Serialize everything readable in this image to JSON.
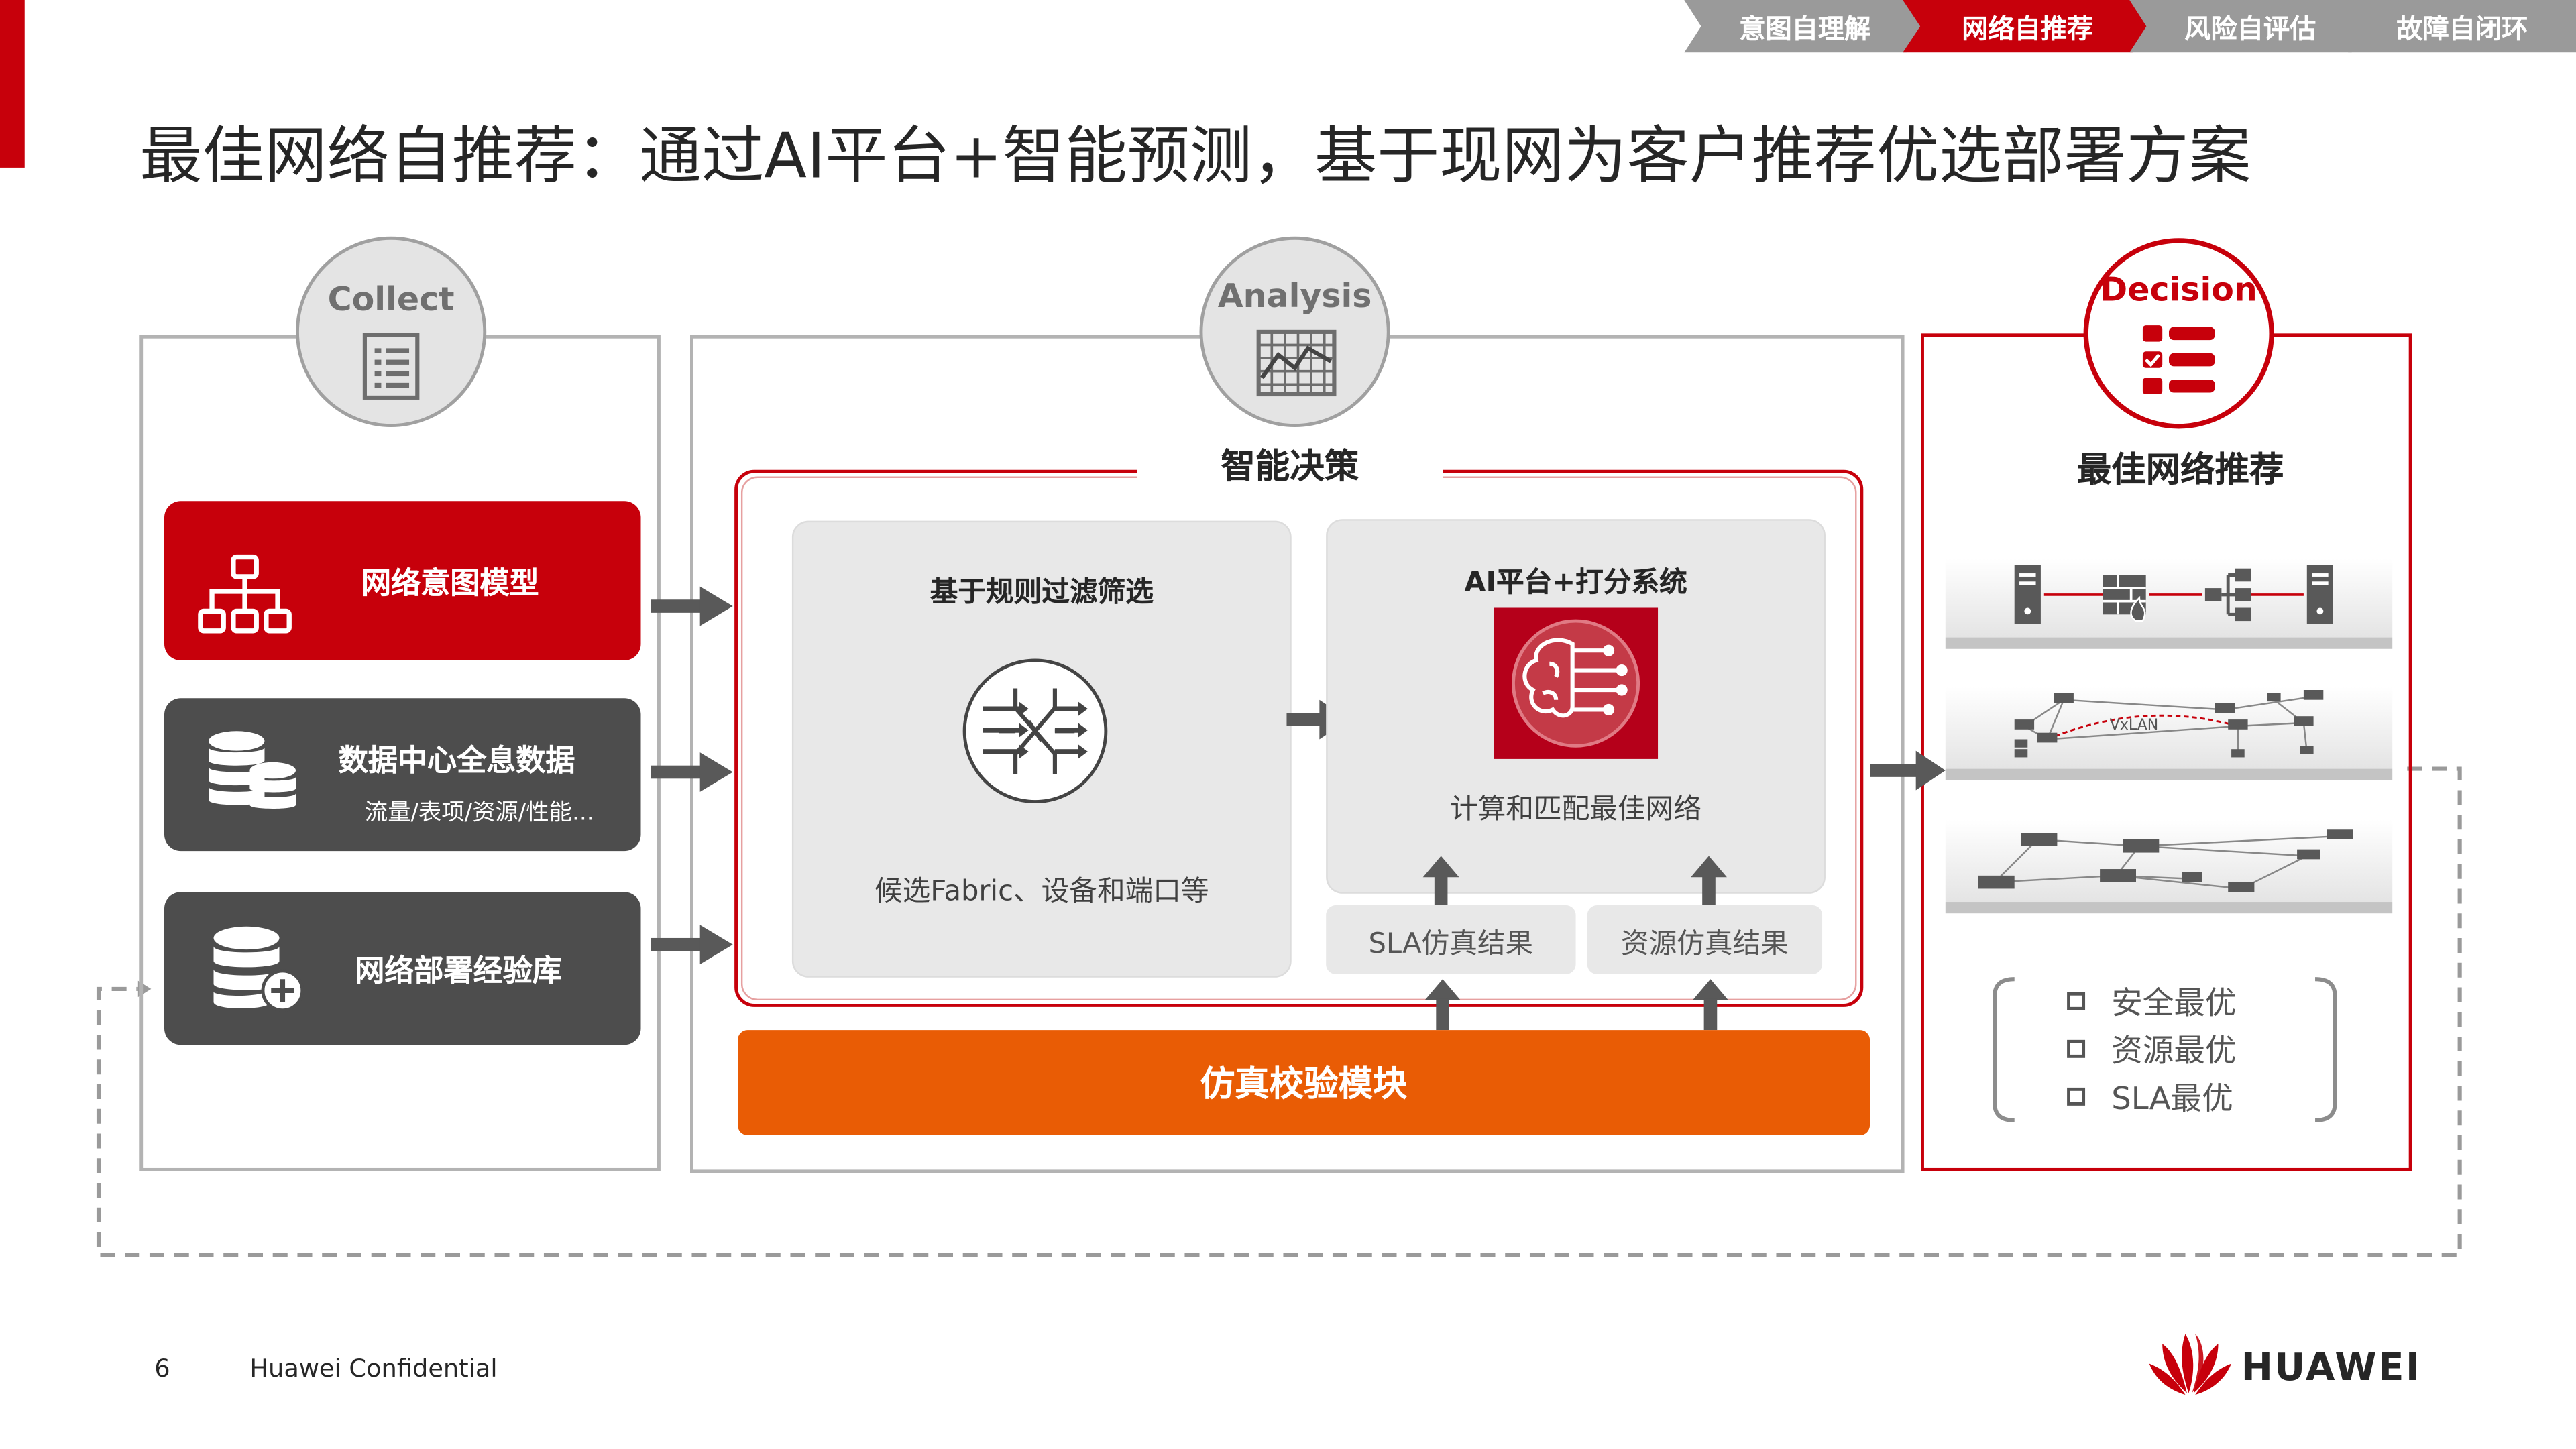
{
  "nav": {
    "steps": [
      {
        "label": "意图自理解",
        "active": false
      },
      {
        "label": "网络自推荐",
        "active": true
      },
      {
        "label": "风险自评估",
        "active": false
      },
      {
        "label": "故障自闭环",
        "active": false
      }
    ]
  },
  "title": "最佳网络自推荐：通过AI平台+智能预测，基于现网为客户推荐优选部署方案",
  "collect": {
    "label": "Collect",
    "icon": "checklist-icon",
    "inputs": [
      {
        "title": "网络意图模型",
        "subtitle": "",
        "icon": "hierarchy-icon",
        "color": "#c7000b"
      },
      {
        "title": "数据中心全息数据",
        "subtitle": "流量/表项/资源/性能...",
        "icon": "database-stack-icon",
        "color": "#4d4d4d"
      },
      {
        "title": "网络部署经验库",
        "subtitle": "",
        "icon": "database-add-icon",
        "color": "#4d4d4d"
      }
    ]
  },
  "analysis": {
    "label": "Analysis",
    "icon": "grid-chart-icon",
    "section_title": "智能决策",
    "rule_filter": {
      "title": "基于规则过滤筛选",
      "caption": "候选Fabric、设备和端口等",
      "icon": "filter-funnel-icon"
    },
    "ai_platform": {
      "title": "AI平台+打分系统",
      "caption": "计算和匹配最佳网络",
      "icon": "ai-brain-icon"
    },
    "sla_sim": "SLA仿真结果",
    "resource_sim": "资源仿真结果",
    "sim_module": "仿真校验模块"
  },
  "decision": {
    "label": "Decision",
    "icon": "decision-list-icon",
    "section_title": "最佳网络推荐",
    "vxlan_label": "VxLAN",
    "options": [
      "安全最优",
      "资源最优",
      "SLA最优"
    ]
  },
  "footer": {
    "page_number": "6",
    "confidential": "Huawei Confidential",
    "brand": "HUAWEI"
  },
  "colors": {
    "huawei_red": "#c7000b",
    "dark_grey": "#4d4d4d",
    "orange": "#e95c05",
    "frame_grey": "#b3b3b3"
  }
}
